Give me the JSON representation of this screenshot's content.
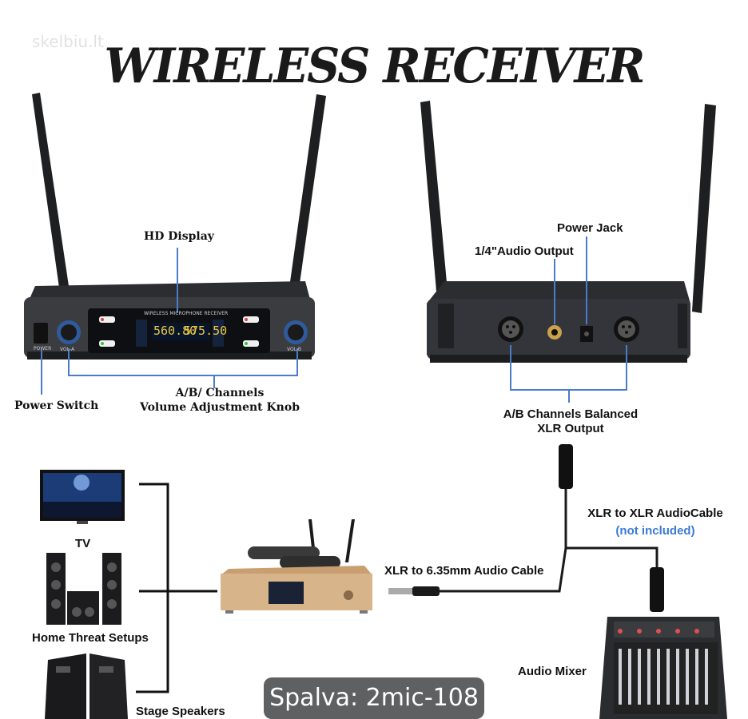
{
  "watermark": "skelbiu.lt",
  "title": "WIRELESS RECEIVER",
  "front": {
    "hd_display": "HD Display",
    "power_switch": "Power Switch",
    "volume_line1": "A/B/ Channels",
    "volume_line2": "Volume Adjustment Knob",
    "screen_title": "WIRELESS MICROPHONE RECEIVER",
    "freq_a": "560.80",
    "freq_b": "575.50",
    "power_text": "POWER",
    "vol_a_text": "VOL-A",
    "vol_b_text": "VOL-B"
  },
  "back": {
    "power_jack": "Power Jack",
    "audio_output": "1/4\"Audio Output",
    "xlr_line1": "A/B Channels Balanced",
    "xlr_line2": "XLR Output"
  },
  "connections": {
    "xlr_to_xlr": "XLR to XLR AudioCable",
    "not_included": "(not included)",
    "xlr_to_635": "XLR to 6.35mm Audio Cable",
    "audio_mixer": "Audio Mixer",
    "tv": "TV",
    "home_theater": "Home Threat Setups",
    "stage_speakers": "Stage Speakers"
  },
  "tag": "Spalva: 2mic-108",
  "colors": {
    "blue_note": "#3a7bd5",
    "device_body": "#2b2d30",
    "amp_gold": "#d8b48a",
    "tag_bg": "#5f6062"
  }
}
